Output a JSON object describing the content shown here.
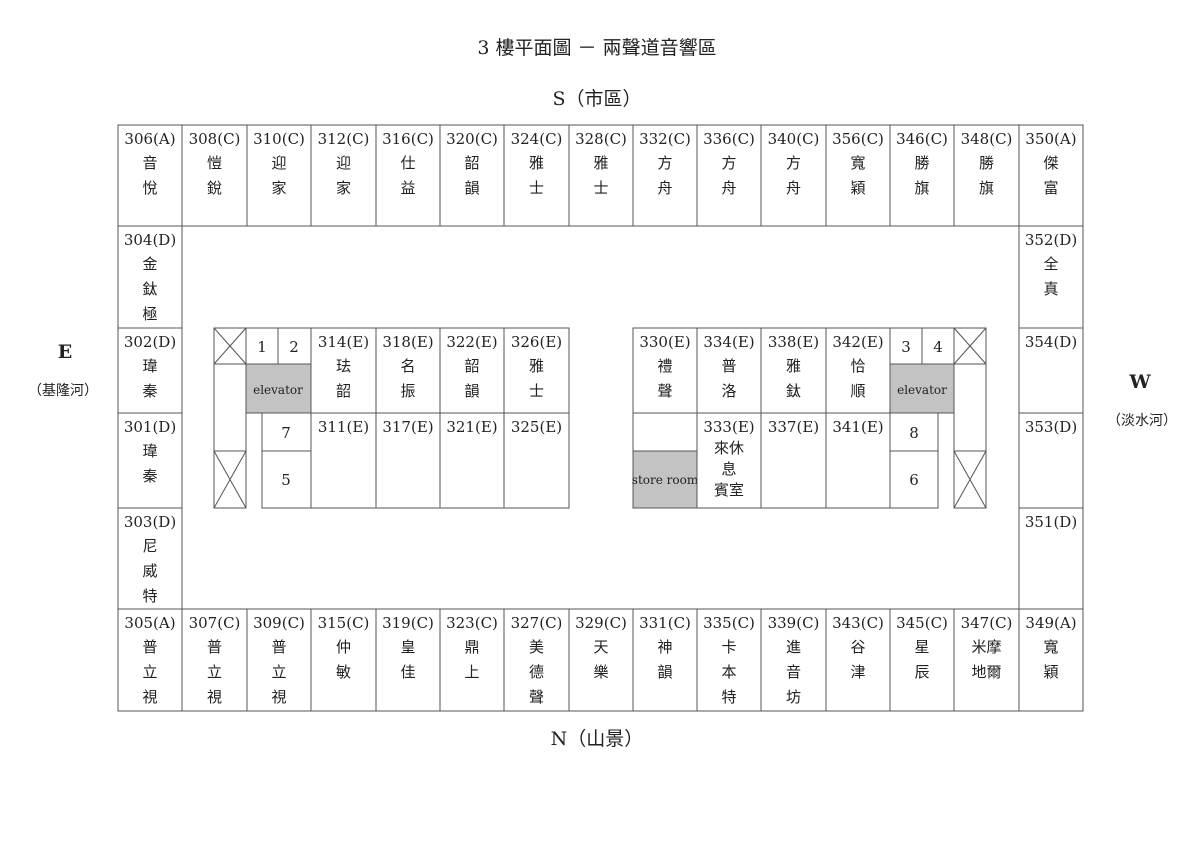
{
  "title": "3 樓平面圖 － 兩聲道音響區",
  "directions": {
    "south": "S（市區）",
    "north": "N（山景）",
    "east": "E",
    "east_sub": "（基隆河）",
    "west": "W",
    "west_sub": "（淡水河）"
  },
  "south_row": [
    {
      "id": "306(A)",
      "name": [
        "音",
        "悅"
      ]
    },
    {
      "id": "308(C)",
      "name": [
        "愷",
        "銳"
      ]
    },
    {
      "id": "310(C)",
      "name": [
        "迎",
        "家"
      ]
    },
    {
      "id": "312(C)",
      "name": [
        "迎",
        "家"
      ]
    },
    {
      "id": "316(C)",
      "name": [
        "仕",
        "益"
      ]
    },
    {
      "id": "320(C)",
      "name": [
        "韶",
        "韻"
      ]
    },
    {
      "id": "324(C)",
      "name": [
        "雅",
        "士"
      ]
    },
    {
      "id": "328(C)",
      "name": [
        "雅",
        "士"
      ]
    },
    {
      "id": "332(C)",
      "name": [
        "方",
        "舟"
      ]
    },
    {
      "id": "336(C)",
      "name": [
        "方",
        "舟"
      ]
    },
    {
      "id": "340(C)",
      "name": [
        "方",
        "舟"
      ]
    },
    {
      "id": "356(C)",
      "name": [
        "寬",
        "穎"
      ]
    },
    {
      "id": "346(C)",
      "name": [
        "勝",
        "旗"
      ]
    },
    {
      "id": "348(C)",
      "name": [
        "勝",
        "旗"
      ]
    },
    {
      "id": "350(A)",
      "name": [
        "傑",
        "富"
      ]
    }
  ],
  "north_row": [
    {
      "id": "305(A)",
      "name": [
        "普",
        "立",
        "視"
      ]
    },
    {
      "id": "307(C)",
      "name": [
        "普",
        "立",
        "視"
      ]
    },
    {
      "id": "309(C)",
      "name": [
        "普",
        "立",
        "視"
      ]
    },
    {
      "id": "315(C)",
      "name": [
        "仲",
        "敏"
      ]
    },
    {
      "id": "319(C)",
      "name": [
        "皇",
        "佳"
      ]
    },
    {
      "id": "323(C)",
      "name": [
        "鼎",
        "上"
      ]
    },
    {
      "id": "327(C)",
      "name": [
        "美",
        "德",
        "聲"
      ]
    },
    {
      "id": "329(C)",
      "name": [
        "天",
        "樂"
      ]
    },
    {
      "id": "331(C)",
      "name": [
        "神",
        "韻"
      ]
    },
    {
      "id": "335(C)",
      "name": [
        "卡",
        "本",
        "特"
      ]
    },
    {
      "id": "339(C)",
      "name": [
        "進",
        "音",
        "坊"
      ]
    },
    {
      "id": "343(C)",
      "name": [
        "谷",
        "津"
      ]
    },
    {
      "id": "345(C)",
      "name": [
        "星",
        "辰"
      ]
    },
    {
      "id": "347(C)",
      "name": [
        "米摩",
        "地爾"
      ]
    },
    {
      "id": "349(A)",
      "name": [
        "寬",
        "穎"
      ]
    }
  ],
  "east_column": [
    {
      "id": "304(D)",
      "name": [
        "金",
        "鈦",
        "極"
      ]
    },
    {
      "id": "302(D)",
      "name": [
        "瑋",
        "秦"
      ]
    },
    {
      "id": "301(D)",
      "name": [
        "瑋",
        "秦"
      ]
    },
    {
      "id": "303(D)",
      "name": [
        "尼",
        "威",
        "特"
      ]
    }
  ],
  "west_column": [
    {
      "id": "352(D)",
      "name": [
        "全",
        "真"
      ]
    },
    {
      "id": "354(D)",
      "name": []
    },
    {
      "id": "353(D)",
      "name": []
    },
    {
      "id": "351(D)",
      "name": []
    }
  ],
  "left_block": {
    "top": [
      {
        "id": "314(E)",
        "name": [
          "珐",
          "韶"
        ]
      },
      {
        "id": "318(E)",
        "name": [
          "名",
          "振"
        ]
      },
      {
        "id": "322(E)",
        "name": [
          "韶",
          "韻"
        ]
      },
      {
        "id": "326(E)",
        "name": [
          "雅",
          "士"
        ]
      }
    ],
    "bottom": [
      {
        "id": "311(E)",
        "name": []
      },
      {
        "id": "317(E)",
        "name": []
      },
      {
        "id": "321(E)",
        "name": []
      },
      {
        "id": "325(E)",
        "name": []
      }
    ],
    "elevator": "elevator",
    "labels": [
      "1",
      "2",
      "7",
      "5"
    ]
  },
  "right_block": {
    "top": [
      {
        "id": "330(E)",
        "name": [
          "禮",
          "聲"
        ]
      },
      {
        "id": "334(E)",
        "name": [
          "普",
          "洛"
        ]
      },
      {
        "id": "338(E)",
        "name": [
          "雅",
          "鈦"
        ]
      },
      {
        "id": "342(E)",
        "name": [
          "恰",
          "順"
        ]
      }
    ],
    "bottom": [
      {
        "id": "333(E)",
        "name": [
          "來休",
          "息",
          "賓室"
        ]
      },
      {
        "id": "337(E)",
        "name": []
      },
      {
        "id": "341(E)",
        "name": []
      }
    ],
    "store_room": "store room",
    "elevator": "elevator",
    "labels": [
      "3",
      "4",
      "8",
      "6"
    ]
  },
  "colors": {
    "line": "#555555",
    "text": "#222222",
    "shaded": "#c3c3c3"
  }
}
